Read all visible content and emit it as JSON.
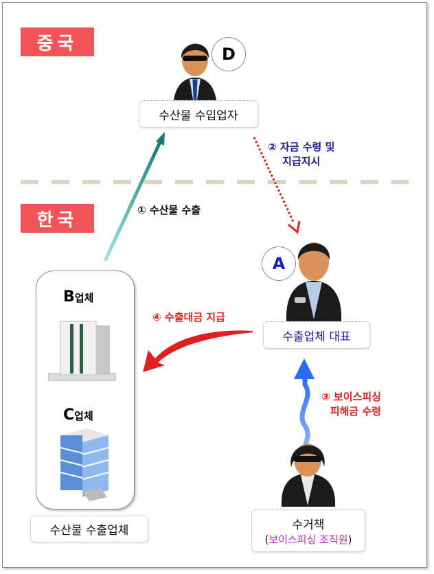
{
  "regions": {
    "china": "중국",
    "korea": "한국"
  },
  "actors": {
    "importer": {
      "badge": "D",
      "label": "수산물 수입업자"
    },
    "representative": {
      "badge": "A",
      "label": "수출업체 대표"
    },
    "collector": {
      "label": "수거책",
      "sublabel_open": "(",
      "sublabel": "보이스피싱 조직원",
      "sublabel_close": ")"
    },
    "exporters": {
      "b_letter": "B",
      "b_suffix": "업체",
      "c_letter": "C",
      "c_suffix": "업체",
      "label": "수산물 수출업체"
    }
  },
  "steps": {
    "s1": "① 수산물 수출",
    "s2_line1": "② 자금 수령 및",
    "s2_line2": "지급지시",
    "s3_line1": "③ 보이스피싱",
    "s3_line2": "피해금 수령",
    "s4": "④ 수출대금 지급"
  },
  "colors": {
    "badge": "#f05454",
    "step2": "#1a1a8c",
    "step_red": "#e02020",
    "rep_label": "#1a1aa0",
    "sublabel": "#cc22cc"
  }
}
